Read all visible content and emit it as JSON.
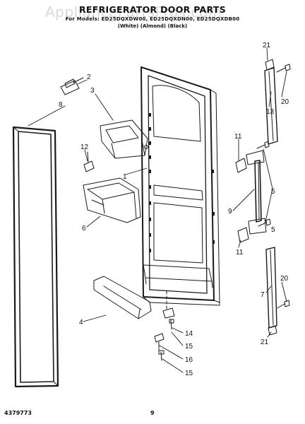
{
  "header": {
    "title": "REFRIGERATOR DOOR PARTS",
    "models": "For Models: ED25DQXDW00, ED25DQXDN00, ED25DQXDB00",
    "colors": "(White)     (Almond)     (Black)",
    "watermark": "AppliancePartsPros.com"
  },
  "footer": {
    "part_code": "4379773",
    "page_number": "9"
  },
  "callouts": {
    "c1": "1",
    "c2": "2",
    "c3": "3",
    "c4": "4",
    "c5a": "5",
    "c5b": "5",
    "c6": "6",
    "c7": "7",
    "c8": "8",
    "c9": "9",
    "c11a": "11",
    "c11b": "11",
    "c12": "12",
    "c13": "13",
    "c14": "14",
    "c15a": "15",
    "c15b": "15",
    "c16": "16",
    "c20a": "20",
    "c20b": "20",
    "c21a": "21",
    "c21b": "21"
  }
}
